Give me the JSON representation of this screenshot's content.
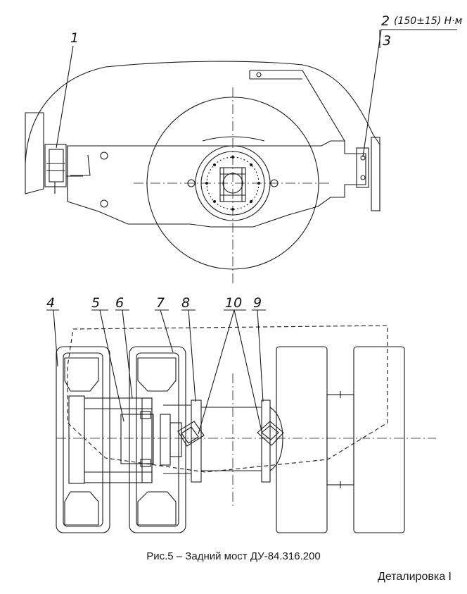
{
  "callouts": {
    "c1": "1",
    "c2": "2",
    "c3": "3",
    "c4": "4",
    "c5": "5",
    "c6": "6",
    "c7": "7",
    "c8": "8",
    "c9": "9",
    "c10": "10"
  },
  "torque_note": "(150±15) Н·м",
  "caption": "Рис.5 – Задний мост  ДУ-84.316.200",
  "footer": "Деталировка   I",
  "colors": {
    "line": "#1a1a1a",
    "background": "#ffffff"
  }
}
